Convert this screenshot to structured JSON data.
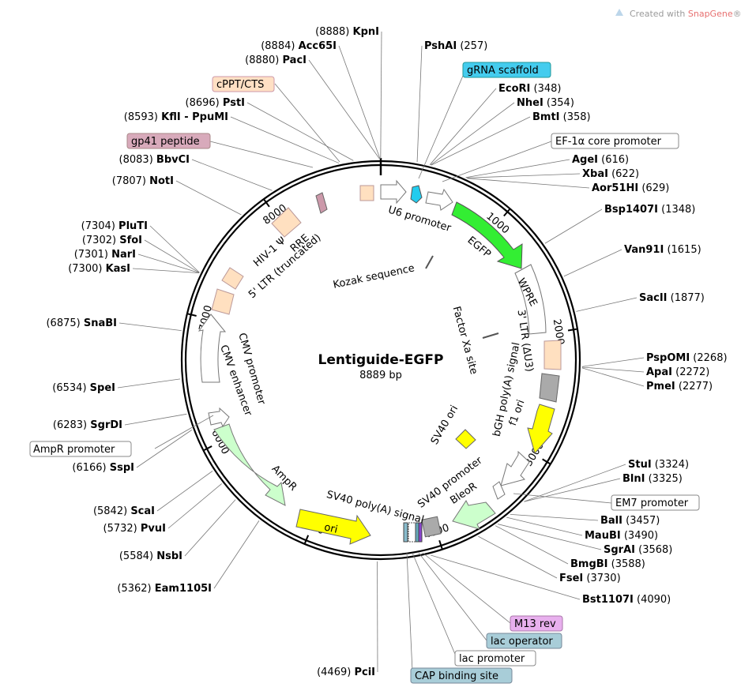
{
  "brand": {
    "prefix": "Created with ",
    "name": "SnapGene",
    "mark": "®"
  },
  "plasmid": {
    "name": "Lentiguide-EGFP",
    "size": "8889 bp",
    "length": 8889
  },
  "colors": {
    "egfp": "#33ee33",
    "yellow": "#ffff00",
    "amp": "#ccffcc",
    "tan": "#ffe0c0",
    "gray": "#a8a8a8",
    "cyan": "#22ccee",
    "pink": "#cc99aa",
    "magenta_box": "#e8b0ee",
    "teal_box": "#a8cdd8",
    "cream_box": "#ffe0c4",
    "cyan_box": "#44ccee",
    "pink_box": "#d8aabb"
  },
  "ticks": [
    "1000",
    "2000",
    "3000",
    "4000",
    "5000",
    "6000",
    "7000",
    "8000"
  ],
  "ticks_bp": [
    1000,
    2000,
    3000,
    4000,
    5000,
    6000,
    7000,
    8000
  ],
  "sites": [
    {
      "name": "KpnI",
      "pos": "(8888)",
      "bp": 8888,
      "side": "left"
    },
    {
      "name": "Acc65I",
      "pos": "(8884)",
      "bp": 8884,
      "side": "left"
    },
    {
      "name": "PacI",
      "pos": "(8880)",
      "bp": 8880,
      "side": "left"
    },
    {
      "name": "PstI",
      "pos": "(8696)",
      "bp": 8696,
      "side": "left"
    },
    {
      "name": "KflI - PpuMI",
      "pos": "(8593)",
      "bp": 8593,
      "side": "left"
    },
    {
      "name": "BbvCI",
      "pos": "(8083)",
      "bp": 8083,
      "side": "left"
    },
    {
      "name": "NotI",
      "pos": "(7807)",
      "bp": 7807,
      "side": "left"
    },
    {
      "name": "PluTI",
      "pos": "(7304)",
      "bp": 7304,
      "side": "left"
    },
    {
      "name": "SfoI",
      "pos": "(7302)",
      "bp": 7302,
      "side": "left"
    },
    {
      "name": "NarI",
      "pos": "(7301)",
      "bp": 7301,
      "side": "left"
    },
    {
      "name": "KasI",
      "pos": "(7300)",
      "bp": 7300,
      "side": "left"
    },
    {
      "name": "SnaBI",
      "pos": "(6875)",
      "bp": 6875,
      "side": "left"
    },
    {
      "name": "SpeI",
      "pos": "(6534)",
      "bp": 6534,
      "side": "left"
    },
    {
      "name": "SgrDI",
      "pos": "(6283)",
      "bp": 6283,
      "side": "left"
    },
    {
      "name": "SspI",
      "pos": "(6166)",
      "bp": 6166,
      "side": "left"
    },
    {
      "name": "ScaI",
      "pos": "(5842)",
      "bp": 5842,
      "side": "left"
    },
    {
      "name": "PvuI",
      "pos": "(5732)",
      "bp": 5732,
      "side": "left"
    },
    {
      "name": "NsbI",
      "pos": "(5584)",
      "bp": 5584,
      "side": "left"
    },
    {
      "name": "Eam1105I",
      "pos": "(5362)",
      "bp": 5362,
      "side": "left"
    },
    {
      "name": "PciI",
      "pos": "(4469)",
      "bp": 4469,
      "side": "left"
    },
    {
      "name": "PshAI",
      "pos": "(257)",
      "bp": 257,
      "side": "right"
    },
    {
      "name": "EcoRI",
      "pos": "(348)",
      "bp": 348,
      "side": "right"
    },
    {
      "name": "NheI",
      "pos": "(354)",
      "bp": 354,
      "side": "right"
    },
    {
      "name": "BmtI",
      "pos": "(358)",
      "bp": 358,
      "side": "right"
    },
    {
      "name": "AgeI",
      "pos": "(616)",
      "bp": 616,
      "side": "right"
    },
    {
      "name": "XbaI",
      "pos": "(622)",
      "bp": 622,
      "side": "right"
    },
    {
      "name": "Aor51HI",
      "pos": "(629)",
      "bp": 629,
      "side": "right"
    },
    {
      "name": "Bsp1407I",
      "pos": "(1348)",
      "bp": 1348,
      "side": "right"
    },
    {
      "name": "Van91I",
      "pos": "(1615)",
      "bp": 1615,
      "side": "right"
    },
    {
      "name": "SacII",
      "pos": "(1877)",
      "bp": 1877,
      "side": "right"
    },
    {
      "name": "PspOMI",
      "pos": "(2268)",
      "bp": 2268,
      "side": "right"
    },
    {
      "name": "ApaI",
      "pos": "(2272)",
      "bp": 2272,
      "side": "right"
    },
    {
      "name": "PmeI",
      "pos": "(2277)",
      "bp": 2277,
      "side": "right"
    },
    {
      "name": "StuI",
      "pos": "(3324)",
      "bp": 3324,
      "side": "right"
    },
    {
      "name": "BlnI",
      "pos": "(3325)",
      "bp": 3325,
      "side": "right"
    },
    {
      "name": "BalI",
      "pos": "(3457)",
      "bp": 3457,
      "side": "right"
    },
    {
      "name": "MauBI",
      "pos": "(3490)",
      "bp": 3490,
      "side": "right"
    },
    {
      "name": "SgrAI",
      "pos": "(3568)",
      "bp": 3568,
      "side": "right"
    },
    {
      "name": "BmgBI",
      "pos": "(3588)",
      "bp": 3588,
      "side": "right"
    },
    {
      "name": "FseI",
      "pos": "(3730)",
      "bp": 3730,
      "side": "right"
    },
    {
      "name": "Bst1107I",
      "pos": "(4090)",
      "bp": 4090,
      "side": "right"
    }
  ],
  "boxed_labels": [
    {
      "text": "cPPT/CTS",
      "color": "cream_box"
    },
    {
      "text": "gp41 peptide",
      "color": "pink_box"
    },
    {
      "text": "gRNA scaffold",
      "color": "cyan_box"
    },
    {
      "text": "EF-1α core promoter",
      "color": "white"
    },
    {
      "text": "AmpR promoter",
      "color": "white"
    },
    {
      "text": "EM7 promoter",
      "color": "white"
    },
    {
      "text": "M13 rev",
      "color": "magenta_box"
    },
    {
      "text": "lac operator",
      "color": "teal_box"
    },
    {
      "text": "lac promoter",
      "color": "white"
    },
    {
      "text": "CAP binding site",
      "color": "teal_box"
    }
  ],
  "feature_labels": [
    "U6 promoter",
    "EGFP",
    "WPRE",
    "3' LTR (ΔU3)",
    "bGH poly(A) signal",
    "f1 ori",
    "Factor Xa site",
    "Kozak sequence",
    "SV40 ori",
    "SV40 promoter",
    "BleoR",
    "SV40 poly(A) signal",
    "ori",
    "AmpR",
    "CMV enhancer",
    "CMV promoter",
    "5' LTR (truncated)",
    "HIV-1 Ψ",
    "RRE"
  ]
}
